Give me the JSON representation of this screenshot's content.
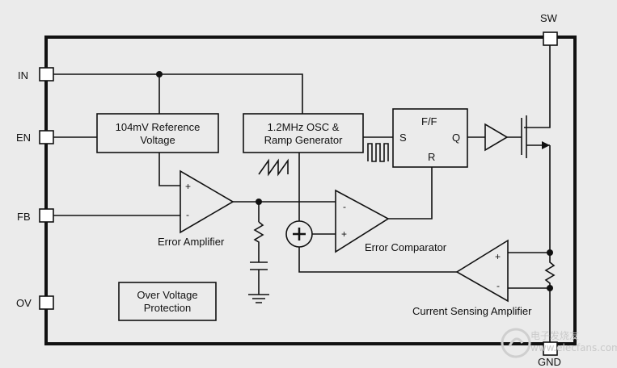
{
  "pins": {
    "in": "IN",
    "en": "EN",
    "fb": "FB",
    "ov": "OV",
    "sw": "SW",
    "gnd": "GND"
  },
  "blocks": {
    "reference": "104mV Reference\nVoltage",
    "oscillator": "1.2MHz OSC &\nRamp Generator",
    "flipflop": {
      "title": "F/F",
      "s": "S",
      "r": "R",
      "q": "Q"
    },
    "ovp": "Over Voltage\nProtection"
  },
  "labels": {
    "error_amplifier": "Error Amplifier",
    "error_comparator": "Error Comparator",
    "current_sensing_amplifier": "Current Sensing Amplifier",
    "plus": "+",
    "minus": "-"
  },
  "watermark": "电子发烧友 www.elecfans.com"
}
